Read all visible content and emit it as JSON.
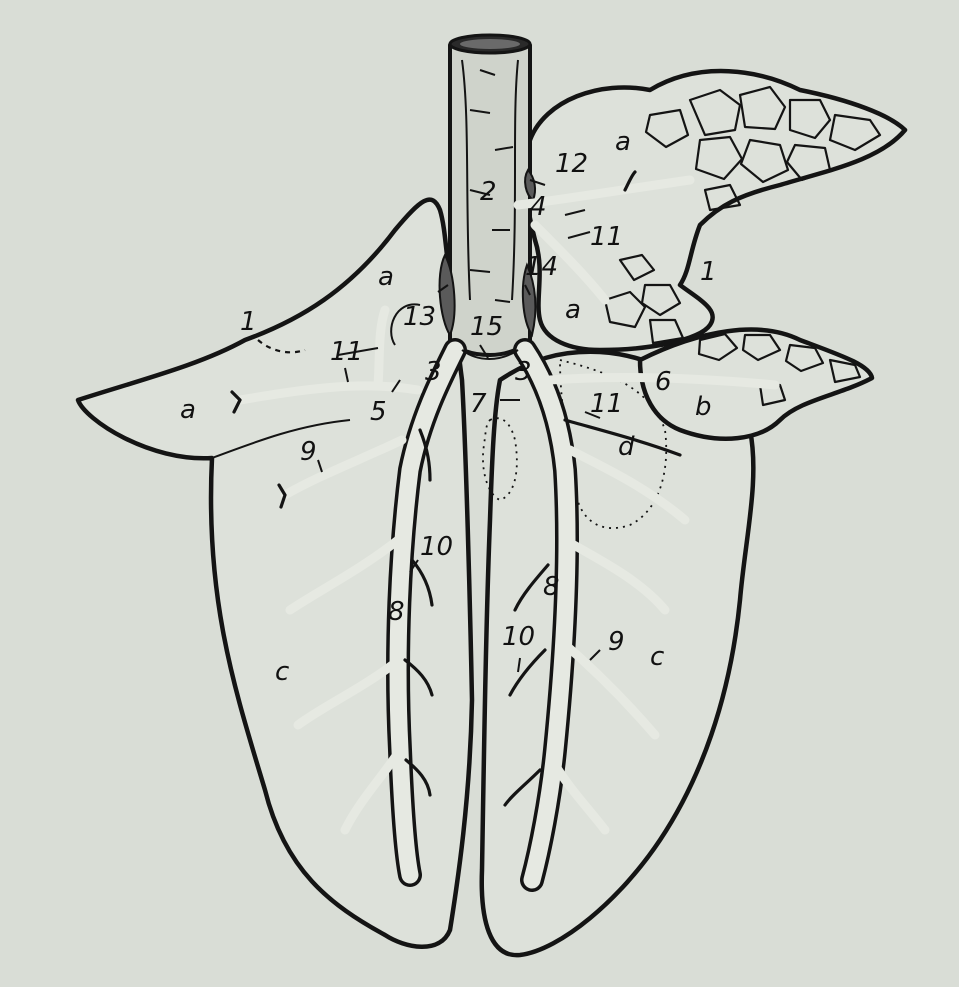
{
  "labels": {
    "l1_left": "1",
    "l1_right": "1",
    "l2": "2",
    "l3_left": "3",
    "l3_right": "3",
    "l4": "4",
    "l5": "5",
    "l6": "6",
    "l7": "7",
    "l8_left": "8",
    "l8_right": "8",
    "l9_left": "9",
    "l9_right": "9",
    "l10_left": "10",
    "l10_right": "10",
    "l11_left": "11",
    "l11_right_top": "11",
    "l11_right_mid": "11",
    "l12": "12",
    "l13": "13",
    "l14": "14",
    "l15": "15",
    "a_left_top": "a",
    "a_left_low": "a",
    "a_right_top": "a",
    "a_right_mid": "a",
    "b": "b",
    "c_left": "c",
    "c_right": "c",
    "d": "d"
  },
  "colors": {
    "background": "#d9ddd6",
    "ink": "#141414"
  }
}
